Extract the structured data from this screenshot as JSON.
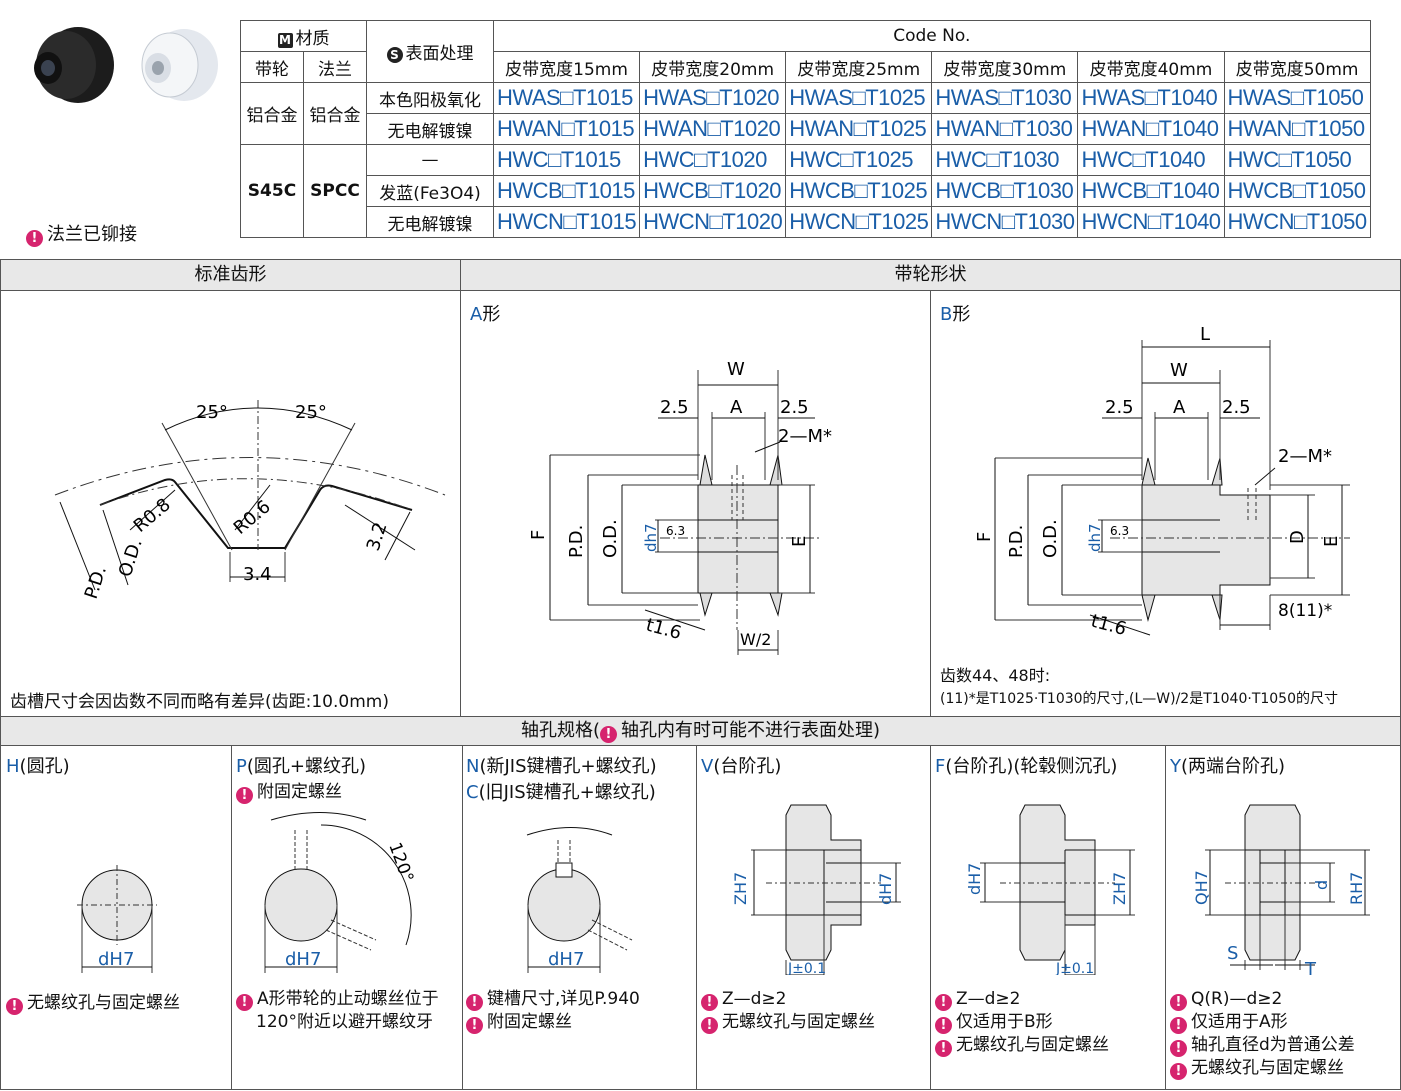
{
  "header": {
    "material_label": "材质",
    "material_icon": "M",
    "surface_label": "表面处理",
    "surface_icon": "S",
    "code_no": "Code No.",
    "pulley_col": "带轮",
    "flange_col": "法兰",
    "widths": [
      "皮带宽度15mm",
      "皮带宽度20mm",
      "皮带宽度25mm",
      "皮带宽度30mm",
      "皮带宽度40mm",
      "皮带宽度50mm"
    ]
  },
  "rows": [
    {
      "pulley": "铝合金",
      "flange": "铝合金",
      "surface": "本色阳极氧化",
      "codes": [
        "HWAS□T1015",
        "HWAS□T1020",
        "HWAS□T1025",
        "HWAS□T1030",
        "HWAS□T1040",
        "HWAS□T1050"
      ]
    },
    {
      "surface": "无电解镀镍",
      "codes": [
        "HWAN□T1015",
        "HWAN□T1020",
        "HWAN□T1025",
        "HWAN□T1030",
        "HWAN□T1040",
        "HWAN□T1050"
      ]
    },
    {
      "pulley": "S45C",
      "flange": "SPCC",
      "surface": "—",
      "codes": [
        "HWC□T1015",
        "HWC□T1020",
        "HWC□T1025",
        "HWC□T1030",
        "HWC□T1040",
        "HWC□T1050"
      ]
    },
    {
      "surface": "发蓝(Fe3O4)",
      "codes": [
        "HWCB□T1015",
        "HWCB□T1020",
        "HWCB□T1025",
        "HWCB□T1030",
        "HWCB□T1040",
        "HWCB□T1050"
      ]
    },
    {
      "surface": "无电解镀镍",
      "codes": [
        "HWCN□T1015",
        "HWCN□T1020",
        "HWCN□T1025",
        "HWCN□T1030",
        "HWCN□T1040",
        "HWCN□T1050"
      ]
    }
  ],
  "flange_note": "法兰已铆接",
  "sections": {
    "tooth": "标准齿形",
    "shape": "带轮形状",
    "bore": "轴孔规格(",
    "bore_note": "轴孔内有时可能不进行表面处理)"
  },
  "tooth_labels": {
    "a1": "25°",
    "a2": "25°",
    "r1": "R0.8",
    "r2": "R0.6",
    "h": "3.2",
    "w": "3.4",
    "pd": "P.D.",
    "od": "O.D."
  },
  "tooth_note": "齿槽尺寸会因齿数不同而略有差异(齿距:10.0mm)",
  "shapeA": {
    "title_letter": "A",
    "title": "形",
    "W": "W",
    "A": "A",
    "d25a": "2.5",
    "d25b": "2.5",
    "m": "2—M*",
    "F": "F",
    "PD": "P.D.",
    "OD": "O.D.",
    "d": "dh7",
    "rough": "6.3",
    "E": "E",
    "t": "t1.6",
    "W2": "W/2"
  },
  "shapeB": {
    "title_letter": "B",
    "title": "形",
    "L": "L",
    "W": "W",
    "A": "A",
    "d25a": "2.5",
    "d25b": "2.5",
    "m": "2—M*",
    "F": "F",
    "PD": "P.D.",
    "OD": "O.D.",
    "d": "dh7",
    "rough": "6.3",
    "D": "D",
    "E": "E",
    "t": "t1.6",
    "eight": "8(11)*",
    "note1": "齿数44、48时:",
    "note2": "(11)*是T1025·T1030的尺寸,(L—W)/2是T1040·T1050的尺寸"
  },
  "bores": [
    {
      "letter": "H",
      "name": "(圆孔)",
      "sub": "",
      "notes": [
        "无螺纹孔与固定螺丝"
      ],
      "dim": "dH7"
    },
    {
      "letter": "P",
      "name": "(圆孔+螺纹孔)",
      "sub": "附固定螺丝",
      "notes": [
        "A形带轮的止动螺丝位于",
        "120°附近以避开螺纹牙"
      ],
      "dim": "dH7",
      "angle": "120°"
    },
    {
      "letter": "N",
      "name": "(新JIS键槽孔+螺纹孔)",
      "letter2": "C",
      "name2": "(旧JIS键槽孔+螺纹孔)",
      "notes": [
        "键槽尺寸,详见P.940",
        "附固定螺丝"
      ],
      "dim": "dH7"
    },
    {
      "letter": "V",
      "name": "(台阶孔)",
      "notes": [
        "Z—d≥2",
        "无螺纹孔与固定螺丝"
      ],
      "z": "ZH7",
      "d": "dH7",
      "j": "J±0.1"
    },
    {
      "letter": "F",
      "name": "(台阶孔)(轮毂侧沉孔)",
      "notes": [
        "Z—d≥2",
        "仅适用于B形",
        "无螺纹孔与固定螺丝"
      ],
      "z": "ZH7",
      "d": "dH7",
      "j": "J±0.1"
    },
    {
      "letter": "Y",
      "name": "(两端台阶孔)",
      "notes": [
        "Q(R)—d≥2",
        "仅适用于A形",
        "轴孔直径d为普通公差",
        "无螺纹孔与固定螺丝"
      ],
      "q": "QH7",
      "d": "d",
      "r": "RH7",
      "s": "S",
      "t": "T"
    }
  ],
  "colors": {
    "accent": "#1a5ea8",
    "note": "#d6246e",
    "header_bg": "#e8e8e8",
    "part_fill": "#e6e6e6"
  }
}
